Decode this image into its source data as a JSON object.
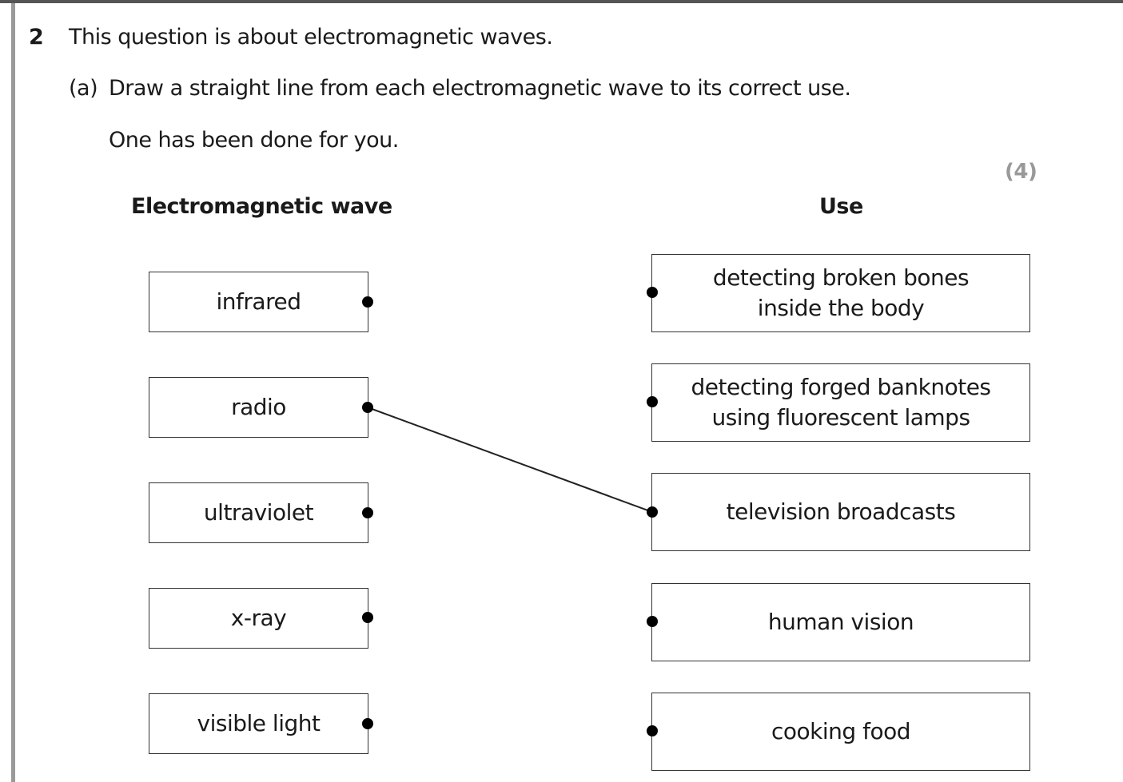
{
  "question": {
    "number": "2",
    "intro": "This question is about electromagnetic waves.",
    "part_label": "(a)",
    "instruction": "Draw a straight line from each electromagnetic wave to its correct use.",
    "note": "One has been done for you.",
    "marks": "(4)"
  },
  "headers": {
    "left": "Electromagnetic wave",
    "right": "Use"
  },
  "waves": [
    "infrared",
    "radio",
    "ultraviolet",
    "x-ray",
    "visible light"
  ],
  "uses": [
    [
      "detecting broken bones",
      "inside the body"
    ],
    [
      "detecting forged banknotes",
      "using fluorescent lamps"
    ],
    [
      "television broadcasts"
    ],
    [
      "human vision"
    ],
    [
      "cooking food"
    ]
  ],
  "connections": [
    {
      "wave": 1,
      "use": 2
    }
  ]
}
